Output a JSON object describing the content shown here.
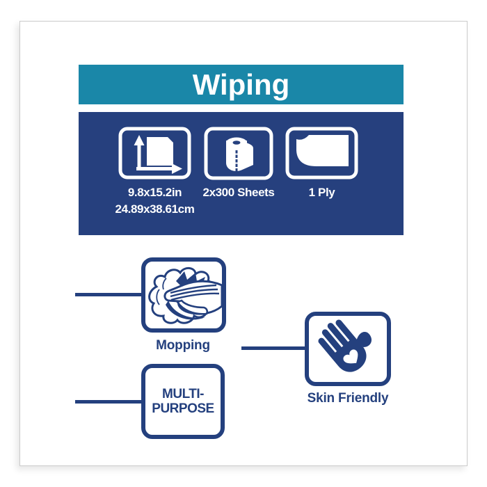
{
  "colors": {
    "teal": "#1A87A8",
    "navy_panel": "#26407E",
    "ink_navy": "#24407E",
    "frame_border": "#CBCBCB",
    "white": "#FFFFFF"
  },
  "header": {
    "title": "Wiping"
  },
  "spec_panel": {
    "items": [
      {
        "icon": "sheet-dimensions-icon",
        "label_line1": "9.8x15.2in",
        "label_line2": "24.89x38.61cm"
      },
      {
        "icon": "paper-roll-icon",
        "label_line1": "2x300 Sheets"
      },
      {
        "icon": "one-ply-sheet-icon",
        "label_line1": "1 Ply"
      }
    ]
  },
  "features": {
    "mopping": {
      "icon": "mopping-cloth-hand-icon",
      "label": "Mopping"
    },
    "multi_purpose": {
      "line1": "MULTI-",
      "line2": "PURPOSE"
    },
    "skin_friendly": {
      "icon": "hand-heart-icon",
      "label": "Skin Friendly"
    }
  }
}
